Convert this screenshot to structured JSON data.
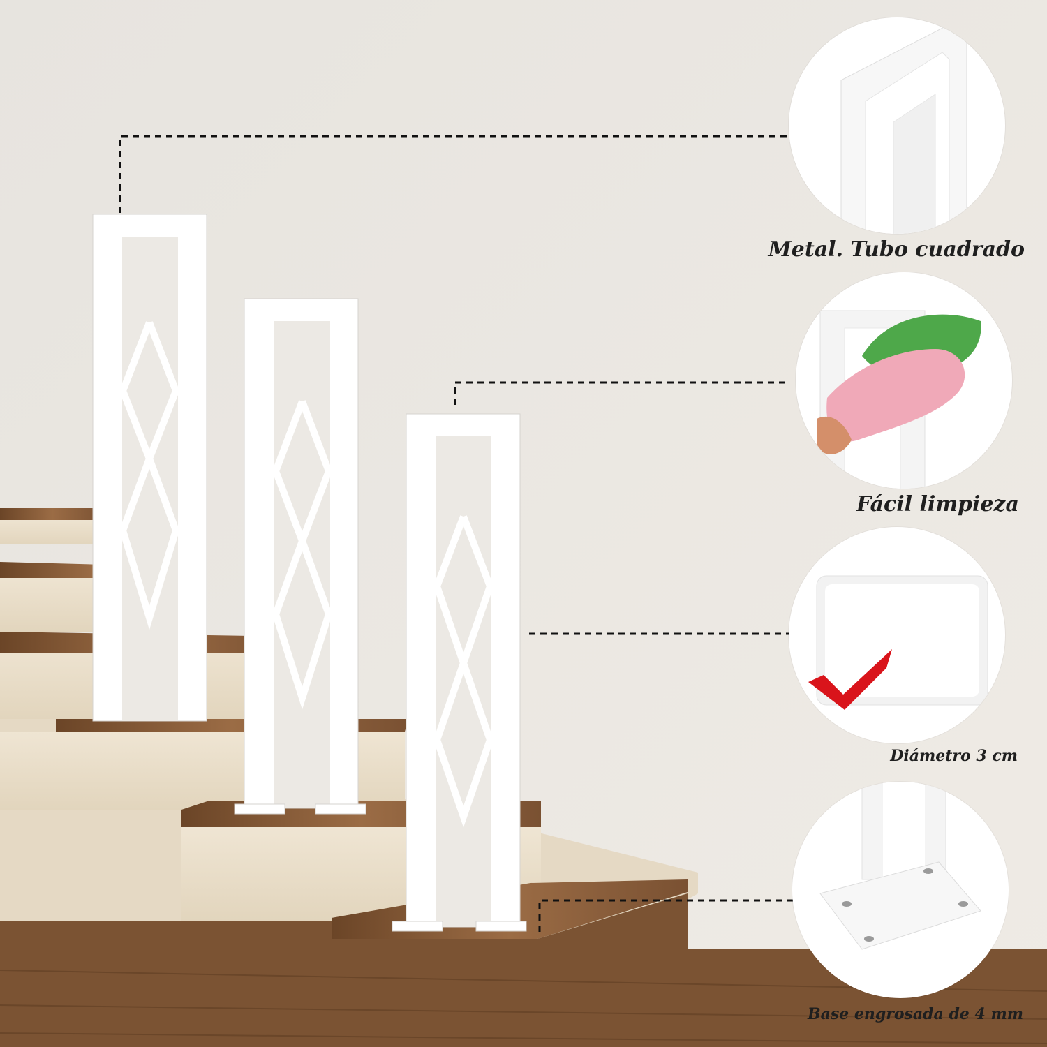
{
  "features": [
    {
      "label": "Metal. Tubo cuadrado"
    },
    {
      "label": "Fácil limpieza"
    },
    {
      "label": "Diámetro 3 cm"
    },
    {
      "label": "Base engrosada de 4 mm"
    }
  ],
  "colors": {
    "wall": "#ece9e4",
    "railing": "#ffffff",
    "wood": "#8a5e3b",
    "check": "#d9141b",
    "glove": "#f0a9b8",
    "cloth": "#4ea84a"
  },
  "icons": [
    "square-tube-icon",
    "glove-cleaning-icon",
    "checkmark-icon",
    "base-plate-icon"
  ]
}
